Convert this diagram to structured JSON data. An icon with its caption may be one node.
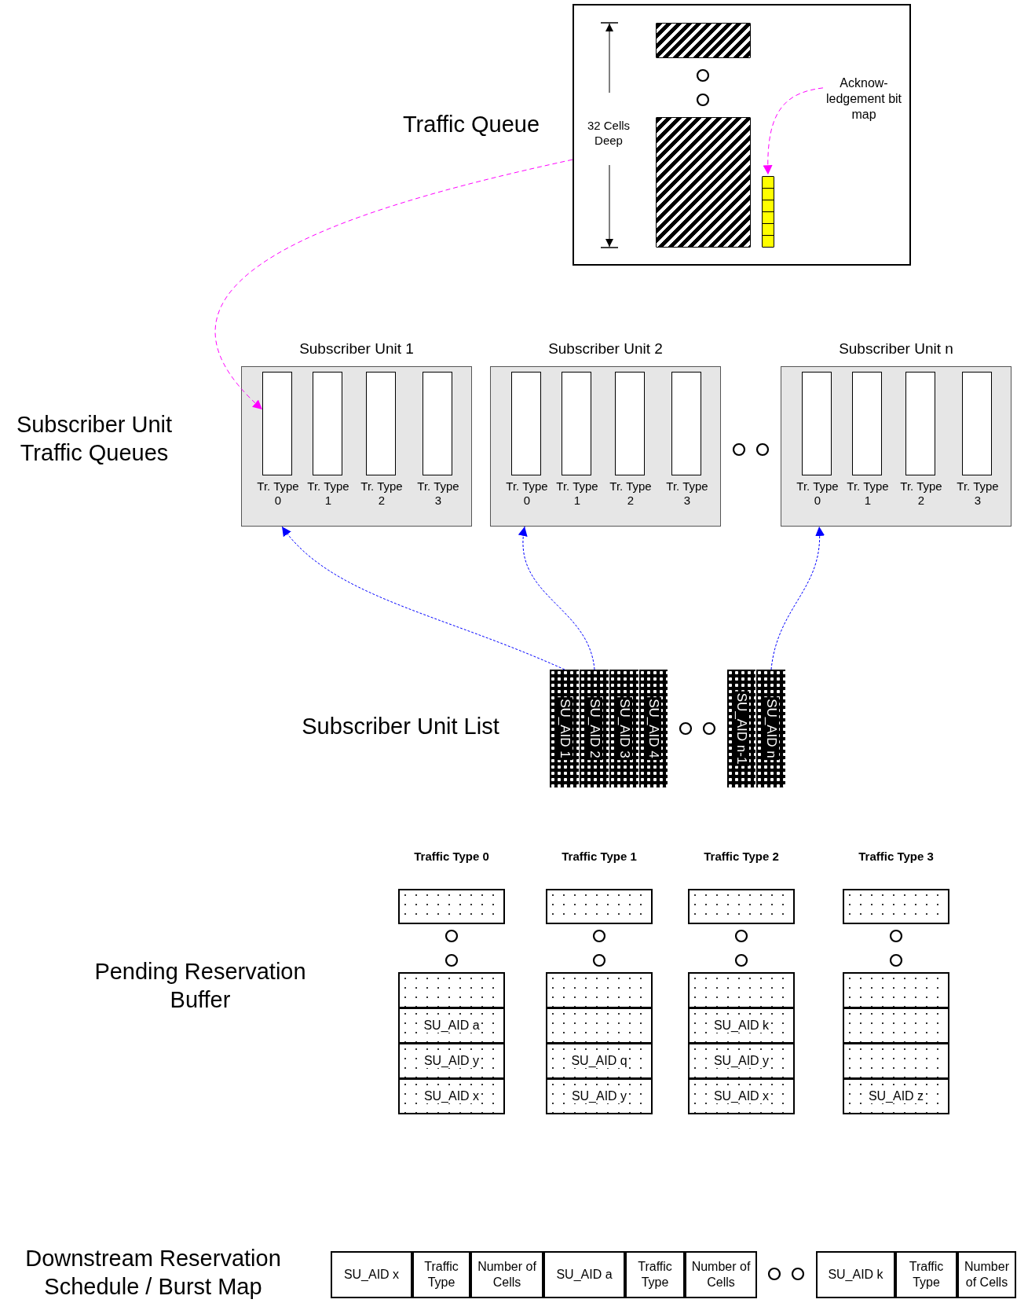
{
  "diagram": {
    "nodes": [
      {
        "text": [],
        "shape": "box"
      },
      {
        "text": [],
        "shape": "bar",
        "in": 0
      },
      {
        "text": [],
        "shape": "bar",
        "in": 0
      },
      {
        "text": [
          "Acknow- ledgement bit map"
        ],
        "in": 0
      },
      {
        "text": [],
        "shape": "bar",
        "in": 0
      },
      {
        "text": [
          "Subscriber Unit 1"
        ]
      },
      {
        "text": [
          "Tr. Type 0"
        ],
        "in": 5
      },
      {
        "text": [
          "Tr. Type 1"
        ],
        "in": 5
      },
      {
        "text": [
          "Tr. Type 2"
        ],
        "in": 5
      },
      {
        "text": [
          "Tr. Type 3"
        ],
        "in": 5
      },
      {
        "text": [
          "Subscriber Unit 2"
        ]
      },
      {
        "text": [
          "Tr. Type 0"
        ],
        "in": 10
      },
      {
        "text": [
          "Tr. Type 1"
        ],
        "in": 10
      },
      {
        "text": [
          "Tr. Type 2"
        ],
        "in": 10
      },
      {
        "text": [
          "Tr. Type 3"
        ],
        "in": 10
      },
      {
        "text": [
          "Subscriber Unit n"
        ]
      },
      {
        "text": [
          "Tr. Type 0"
        ],
        "in": 15
      },
      {
        "text": [
          "Tr. Type 1"
        ],
        "in": 15
      },
      {
        "text": [
          "Tr. Type 2"
        ],
        "in": 15
      },
      {
        "text": [
          "Tr. Type 3"
        ],
        "in": 15
      },
      {
        "text": [
          "SU_AID 1"
        ]
      },
      {
        "text": [
          "SU_AID 2"
        ]
      },
      {
        "text": [
          "SU_AID 3"
        ]
      },
      {
        "text": [
          "SU_AID 4"
        ]
      },
      {
        "text": [
          "SU_AID n-1"
        ]
      },
      {
        "text": [
          "SU_AID n"
        ]
      },
      {
        "text": [],
        "shape": "box"
      },
      {
        "text": [],
        "shape": "box"
      },
      {
        "text": [
          "SU_AID a"
        ]
      },
      {
        "text": [
          "SU_AID y"
        ]
      },
      {
        "text": [
          "SU_AID x"
        ]
      },
      {
        "text": [],
        "shape": "box"
      },
      {
        "text": [],
        "shape": "box"
      },
      {
        "text": [],
        "shape": "box"
      },
      {
        "text": [
          "SU_AID q"
        ]
      },
      {
        "text": [
          "SU_AID y"
        ]
      },
      {
        "text": [],
        "shape": "box"
      },
      {
        "text": [],
        "shape": "box"
      },
      {
        "text": [
          "SU_AID k"
        ]
      },
      {
        "text": [
          "SU_AID y"
        ]
      },
      {
        "text": [
          "SU_AID x"
        ]
      },
      {
        "text": [],
        "shape": "box"
      },
      {
        "text": [],
        "shape": "box"
      },
      {
        "text": [],
        "shape": "box"
      },
      {
        "text": [],
        "shape": "box"
      },
      {
        "text": [
          "SU_AID z"
        ]
      },
      {
        "text": [
          "SU_AID x"
        ]
      },
      {
        "text": [
          "Traffic Type"
        ]
      },
      {
        "text": [
          "Number of Cells"
        ]
      },
      {
        "text": [
          "SU_AID a"
        ]
      },
      {
        "text": [
          "Traffic Type"
        ]
      },
      {
        "text": [
          "Number of Cells"
        ]
      },
      {
        "text": [
          "SU_AID k"
        ]
      },
      {
        "text": [
          "Traffic Type"
        ]
      },
      {
        "text": [
          "Number of Cells"
        ]
      }
    ],
    "edges": [
      {
        "from": 0,
        "to": 6,
        "arrow": "to",
        "style": "dashed",
        "color": "#ff00ff"
      },
      {
        "from": 3,
        "to": 4,
        "arrow": "to",
        "style": "dashed",
        "color": "#ff00ff"
      },
      {
        "from": 20,
        "to": 5,
        "arrow": "to",
        "style": "dashed"
      },
      {
        "from": 21,
        "to": 10,
        "arrow": "to",
        "style": "dashed"
      },
      {
        "from": 25,
        "to": 15,
        "arrow": "to",
        "style": "dashed"
      }
    ],
    "labels": [
      "Traffic Queue",
      "32 Cells Deep",
      "Subscriber Unit Traffic Queues",
      "Subscriber Unit List",
      "Traffic Type 0",
      "Traffic Type 1",
      "Traffic Type 2",
      "Traffic Type 3",
      "Pending Reservation Buffer",
      "Downstream Reservation Schedule / Burst Map"
    ]
  }
}
